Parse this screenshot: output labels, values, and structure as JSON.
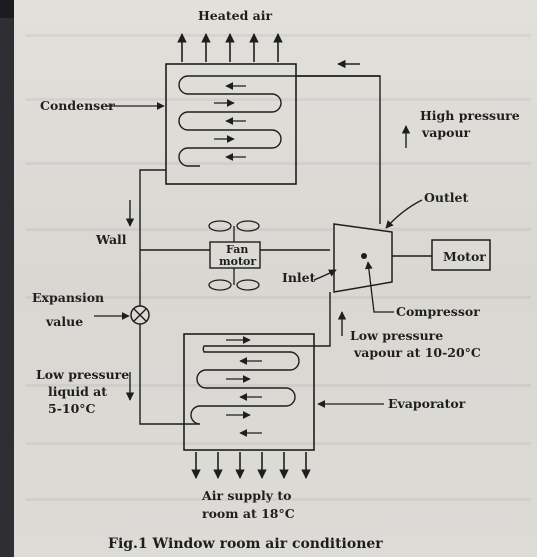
{
  "labels": {
    "heated_air": "Heated air",
    "condenser": "Condenser",
    "high_pressure_l1": "High pressure",
    "high_pressure_l2": "vapour",
    "outlet": "Outlet",
    "wall": "Wall",
    "fan_l1": "Fan",
    "fan_l2": "motor",
    "motor": "Motor",
    "expansion_l1": "Expansion",
    "expansion_l2": "value",
    "inlet": "Inlet",
    "compressor": "Compressor",
    "low_pressure_vapour_l1": "Low pressure",
    "low_pressure_vapour_l2": "vapour at 10-20°C",
    "low_pressure_liquid_l1": "Low pressure",
    "low_pressure_liquid_l2": "liquid at",
    "low_pressure_liquid_l3": "5-10°C",
    "evaporator": "Evaporator",
    "air_supply_l1": "Air supply to",
    "air_supply_l2": "room at 18°C"
  },
  "caption": "Fig.1 Window room air conditioner",
  "colors": {
    "ink": "#1e1e1e",
    "paper": "#dcdad5",
    "strip": "#2f2f33"
  }
}
